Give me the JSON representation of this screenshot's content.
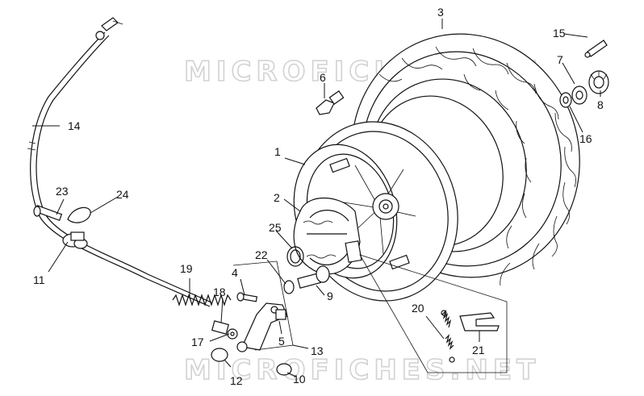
{
  "watermark": "MICROFICHES.NET",
  "callouts": [
    {
      "id": "1",
      "text": "1"
    },
    {
      "id": "2",
      "text": "2"
    },
    {
      "id": "3",
      "text": "3"
    },
    {
      "id": "4",
      "text": "4"
    },
    {
      "id": "5",
      "text": "5"
    },
    {
      "id": "6",
      "text": "6"
    },
    {
      "id": "7",
      "text": "7"
    },
    {
      "id": "8",
      "text": "8"
    },
    {
      "id": "9",
      "text": "9"
    },
    {
      "id": "10",
      "text": "10"
    },
    {
      "id": "11",
      "text": "11"
    },
    {
      "id": "12",
      "text": "12"
    },
    {
      "id": "13",
      "text": "13"
    },
    {
      "id": "14",
      "text": "14"
    },
    {
      "id": "15",
      "text": "15"
    },
    {
      "id": "16",
      "text": "16"
    },
    {
      "id": "17",
      "text": "17"
    },
    {
      "id": "18",
      "text": "18"
    },
    {
      "id": "19",
      "text": "19"
    },
    {
      "id": "20",
      "text": "20"
    },
    {
      "id": "21",
      "text": "21"
    },
    {
      "id": "22",
      "text": "22"
    },
    {
      "id": "23",
      "text": "23"
    },
    {
      "id": "24",
      "text": "24"
    },
    {
      "id": "25",
      "text": "25"
    }
  ]
}
